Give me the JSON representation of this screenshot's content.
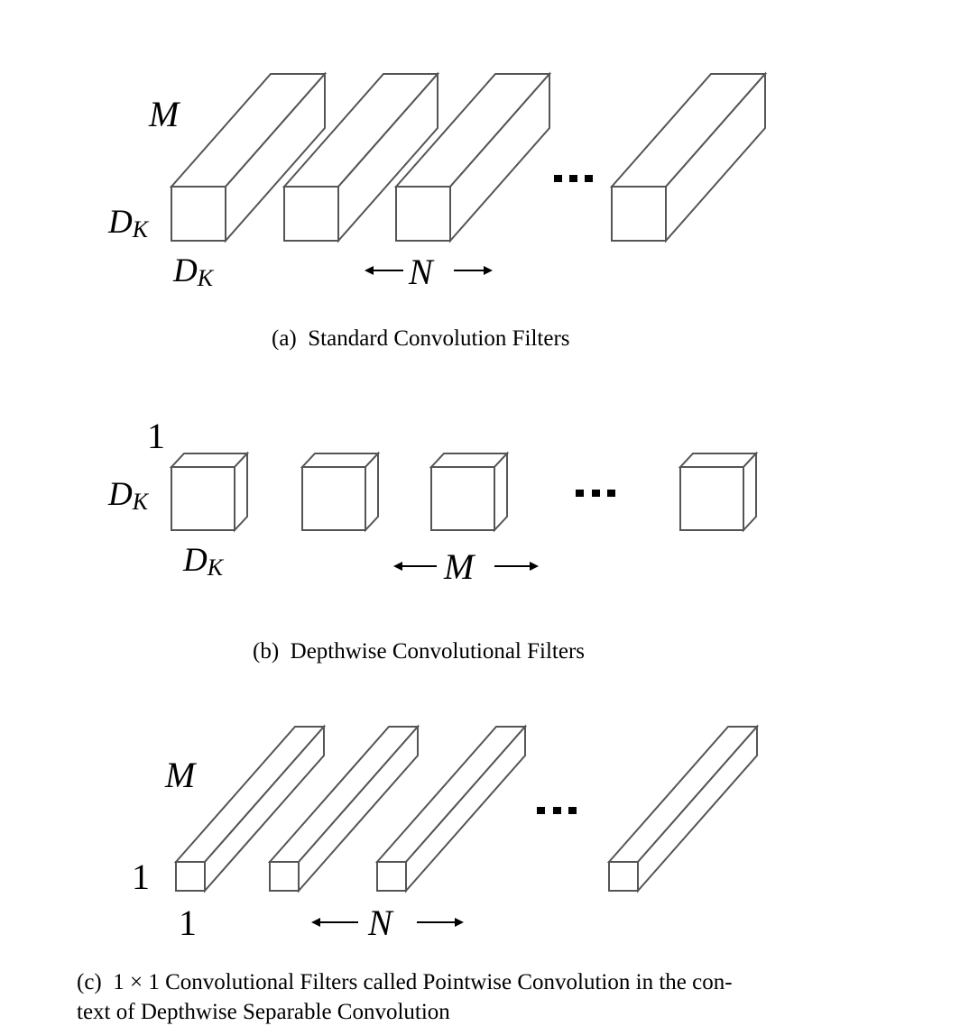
{
  "panel_a": {
    "label_depth": "M",
    "label_height_base": "D",
    "label_height_sub": "K",
    "label_width_base": "D",
    "label_width_sub": "K",
    "count_label": "N",
    "caption_tag": "(a)",
    "caption_text": "Standard Convolution Filters"
  },
  "panel_b": {
    "label_depth": "1",
    "label_height_base": "D",
    "label_height_sub": "K",
    "label_width_base": "D",
    "label_width_sub": "K",
    "count_label": "M",
    "caption_tag": "(b)",
    "caption_text": "Depthwise Convolutional Filters"
  },
  "panel_c": {
    "label_depth": "M",
    "label_height": "1",
    "label_width": "1",
    "count_label": "N",
    "caption_tag": "(c)",
    "caption_math": "1 × 1",
    "caption_line1": "Convolutional Filters called Pointwise Convolution in the con-",
    "caption_line2": "text of Depthwise Separable Convolution"
  }
}
